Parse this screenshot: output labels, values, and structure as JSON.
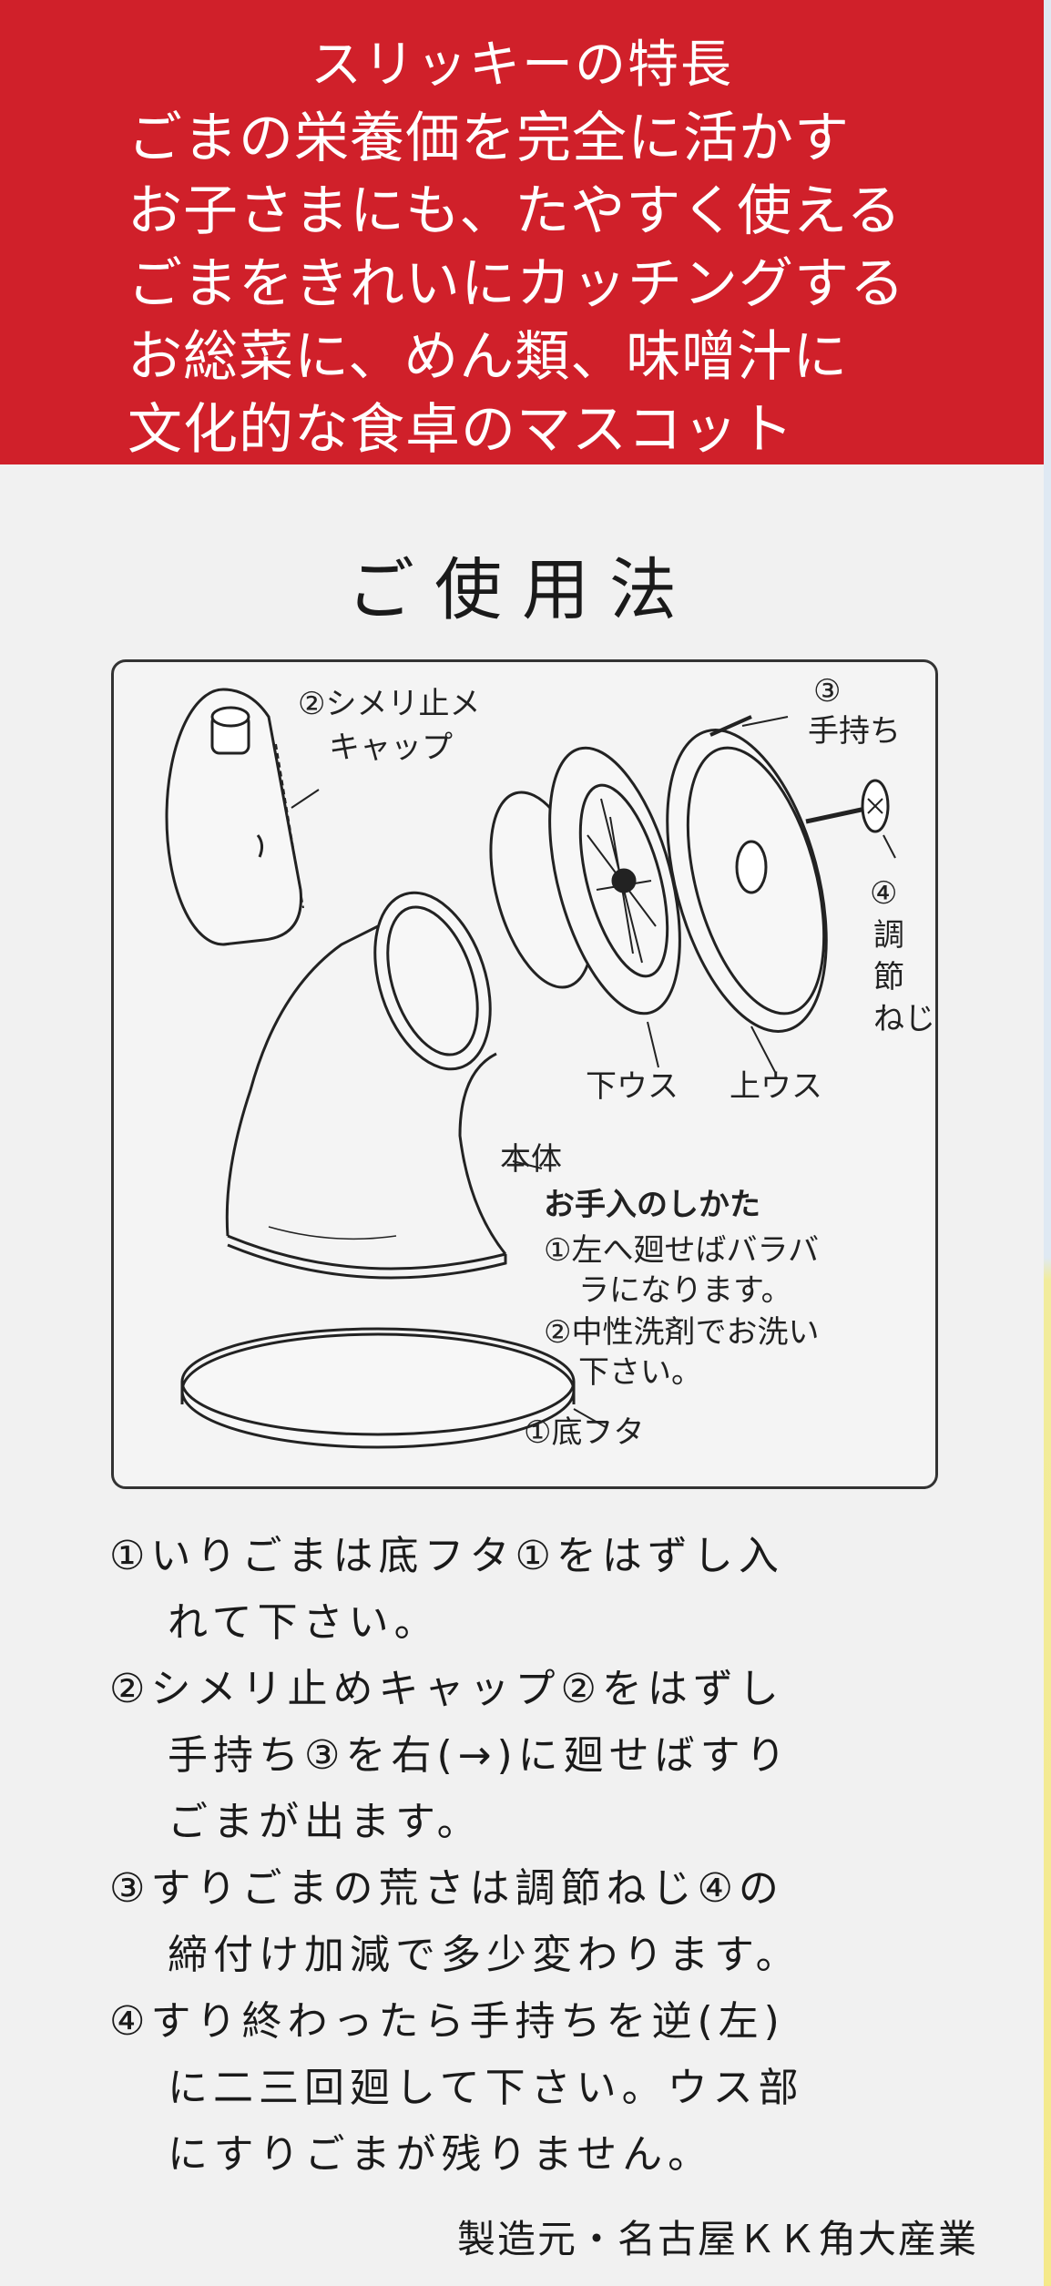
{
  "banner": {
    "title": "スリッキーの特長",
    "features": [
      "ごまの栄養価を完全に活かす",
      "お子さまにも、たやすく使える",
      "ごまをきれいにカッチングする",
      "お総菜に、めん類、味噌汁に",
      "文化的な食卓のマスコット"
    ]
  },
  "usage": {
    "title": "ご使用法"
  },
  "diagram": {
    "labels": {
      "cap_line1": "②シメリ止メ",
      "cap_line2": "キャップ",
      "handle_num": "③",
      "handle": "手持ち",
      "screw_num": "④",
      "screw_line1": "調",
      "screw_line2": "節",
      "screw_line3": "ねじ",
      "lower_grinder": "下ウス",
      "upper_grinder": "上ウス",
      "body": "本体",
      "bottom_lid": "①底フタ"
    },
    "care": {
      "title": "お手入のしかた",
      "line1": "①左へ廻せばバラバ",
      "line2": "ラになります。",
      "line3": "②中性洗剤でお洗い",
      "line4": "下さい。"
    }
  },
  "steps": [
    {
      "line1": "①いりごまは底フタ①をはずし入",
      "line2": "れて下さい。"
    },
    {
      "line1": "②シメリ止めキャップ②をはずし",
      "line2": "手持ち③を右(→)に廻せばすり",
      "line3": "ごまが出ます。"
    },
    {
      "line1": "③すりごまの荒さは調節ねじ④の",
      "line2": "締付け加減で多少変わります。"
    },
    {
      "line1": "④すり終わったら手持ちを逆(左)",
      "line2": "に二三回廻して下さい。ウス部",
      "line3": "にすりごまが残りません。"
    }
  ],
  "maker": "製造元・名古屋ＫＫ角大産業",
  "colors": {
    "banner_red": "#d0202a",
    "panel": "#f1f1f1"
  }
}
